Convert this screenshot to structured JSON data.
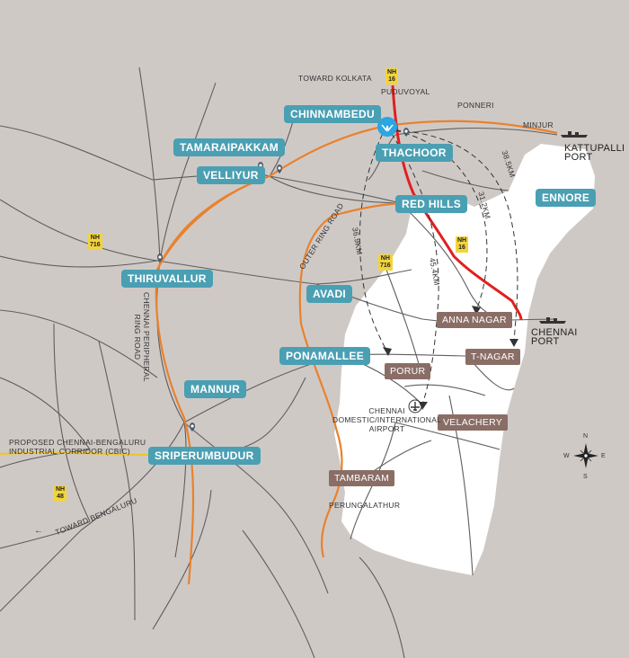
{
  "place_labels": {
    "chinnambedu": "CHINNAMBEDU",
    "tamaraipakkam": "TAMARAIPAKKAM",
    "velliyur": "VELLIYUR",
    "thachoor": "THACHOOR",
    "red_hills": "RED HILLS",
    "ennore": "ENNORE",
    "thiruvallur": "THIRUVALLUR",
    "avadi": "AVADI",
    "ponamallee": "PONAMALLEE",
    "mannur": "MANNUR",
    "sriperumbudur": "SRIPERUMBUDUR"
  },
  "area_labels": {
    "anna_nagar": "ANNA NAGAR",
    "t_nagar": "T-NAGAR",
    "porur": "PORUR",
    "velachery": "VELACHERY",
    "tambaram": "TAMBARAM"
  },
  "text_labels": {
    "toward_kolkata": "TOWARD KOLKATA",
    "puduvoyal": "PUDUVOYAL",
    "ponneri": "PONNERI",
    "minjur": "MINJUR",
    "kattupalli_port": "KATTUPALLI\nPORT",
    "chennai_port": "CHENNAI\nPORT",
    "chennai_airport": "CHENNAI\nDOMESTIC/INTERNATIONAL\nAIRPORT",
    "perungalathur": "PERUNGALATHUR",
    "outer_ring_road": "OUTER RING ROAD",
    "peripheral_ring_road": "CHENNAI PERIPHERAL\nRING ROAD",
    "industrial_corridor": "PROPOSED CHENNAI-BENGALURU\nINDUSTRIAL CORRIDOR (CBIC)",
    "toward_bengaluru": "TOWARD BENGALURU"
  },
  "distances": {
    "d1": "36.9KM",
    "d2": "45.4KM",
    "d3": "31.2KM",
    "d4": "38.5KM"
  },
  "highway_shields": {
    "nh16_top": "NH\n16",
    "nh16_mid": "NH\n16",
    "nh716_left": "NH\n716",
    "nh716_mid": "NH\n716",
    "nh48": "NH\n48"
  },
  "compass": {
    "n": "N",
    "s": "S",
    "e": "E",
    "w": "W"
  },
  "colors": {
    "background": "#cfc9c6",
    "city": "#ffffff",
    "road": "#5e5e5e",
    "ring_road": "#e8822e",
    "nh16": "#e02020",
    "corridor": "#f0c52a",
    "teal_label": "#4a9fb3",
    "brown_label": "#8a6e66",
    "brand_pin": "#2aa6e0"
  }
}
